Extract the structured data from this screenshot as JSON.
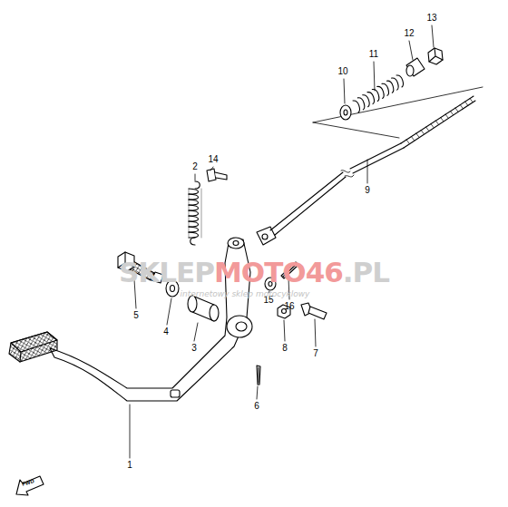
{
  "diagram": {
    "labels": [
      "1",
      "2",
      "3",
      "4",
      "5",
      "6",
      "7",
      "8",
      "9",
      "10",
      "11",
      "12",
      "13",
      "14",
      "15",
      "16",
      "SKLEP",
      "MOTO46",
      ".PL",
      "internetowy sklep motocyklowy",
      "FWD"
    ]
  }
}
